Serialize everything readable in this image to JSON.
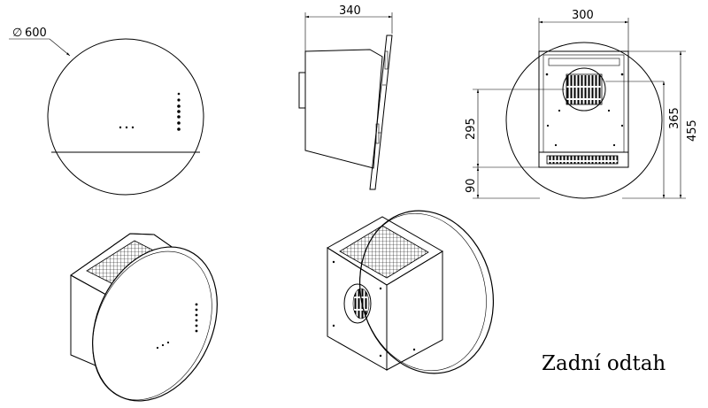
{
  "dimensions": {
    "front_diameter": "600",
    "side_depth": "340",
    "rear_width": "300",
    "rear_height_total": "455",
    "rear_height_upper": "365",
    "outlet_height": "295",
    "bottom_offset": "90"
  },
  "caption": "Zadní odtah",
  "symbols": {
    "diameter": "∅"
  }
}
